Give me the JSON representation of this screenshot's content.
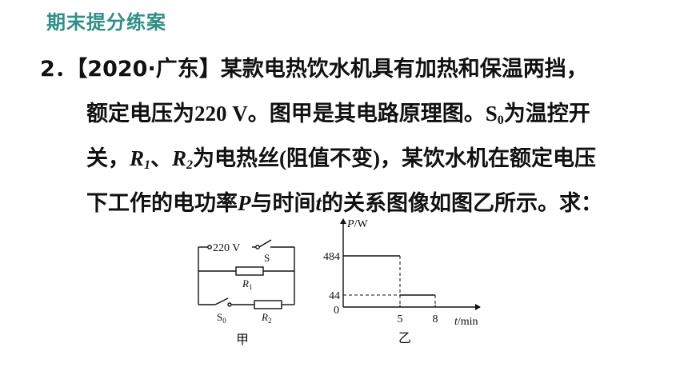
{
  "header": {
    "title": "期末提分练案"
  },
  "problem": {
    "number": "2．",
    "source": "【2020·广东】",
    "line1_text": "某款电热饮水机具有加热和保温两挡，",
    "line2_a": "额定电压为",
    "line2_voltage": "220 V",
    "line2_b": "。图甲是其电路原理图。",
    "line2_s": "S",
    "line2_s_sub": "0",
    "line2_c": "为温控开",
    "line3_a": "关，",
    "line3_r1": "R",
    "line3_r1_sub": "1",
    "line3_sep": "、",
    "line3_r2": "R",
    "line3_r2_sub": "2",
    "line3_b": "为电热丝",
    "line3_paren": "(阻值不变)",
    "line3_c": "，某饮水机在额定电压",
    "line4_a": "下工作的电功率",
    "line4_p": "P",
    "line4_b": "与时间",
    "line4_t": "t",
    "line4_c": "的关系图像如图乙所示。求："
  },
  "circuit": {
    "supply_label": "220 V",
    "switch_s": "S",
    "r1_label": "R",
    "r1_sub": "1",
    "r2_label": "R",
    "r2_sub": "2",
    "s0_label": "S",
    "s0_sub": "0",
    "caption": "甲"
  },
  "chart_data": {
    "type": "line",
    "ylabel": "P/W",
    "xlabel": "t/min",
    "y_ticks": [
      "484",
      "44"
    ],
    "x_ticks": [
      "5",
      "8"
    ],
    "origin_label": "0",
    "series": [
      {
        "points": [
          [
            0,
            484
          ],
          [
            5,
            484
          ]
        ]
      },
      {
        "points": [
          [
            5,
            44
          ],
          [
            8,
            44
          ]
        ]
      }
    ],
    "caption": "乙"
  }
}
